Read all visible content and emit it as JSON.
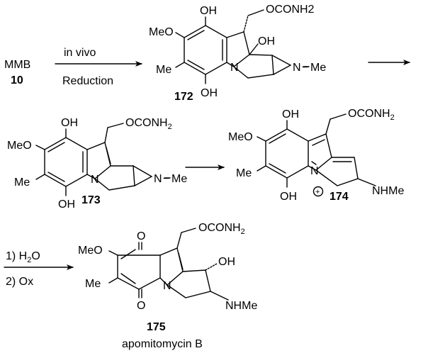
{
  "scheme": {
    "start": {
      "name": "MMB",
      "number": "10"
    },
    "step1": {
      "above": "in vivo",
      "below": "Reduction"
    },
    "c172": {
      "number": "172",
      "oh_top": "OH",
      "side_chain": "OCONH2",
      "meo": "MeO",
      "oh_bridge": "OH",
      "me_left": "Me",
      "n_ring": "N",
      "n_aziridine": "N",
      "dash": "−",
      "n_me": "Me",
      "oh_bottom": "OH"
    },
    "c173": {
      "number": "173",
      "oh_top": "OH",
      "side_chain_main": "OCONH",
      "side_chain_sub": "2",
      "meo": "MeO",
      "me_left": "Me",
      "n_ring": "N",
      "n_aziridine": "N",
      "dash": "−",
      "n_me": "Me",
      "oh_bottom": "OH"
    },
    "c174": {
      "number": "174",
      "oh_top": "OH",
      "side_chain_main": "OCONH",
      "side_chain_sub": "2",
      "meo": "MeO",
      "me_left": "Me",
      "n_ring": "N",
      "plus": "+",
      "oh_bottom": "OH",
      "nh_me": "NHMe"
    },
    "step3": {
      "line1_prefix": "1) H",
      "line1_sub": "2",
      "line1_suffix": "O",
      "line2": "2) Ox"
    },
    "c175": {
      "number": "175",
      "name": "apomitomycin B",
      "o_top": "O",
      "side_chain_main": "OCONH",
      "side_chain_sub": "2",
      "meo": "MeO",
      "me_left": "Me",
      "n_ring": "N",
      "oh_right": "OH",
      "o_bottom": "O",
      "nh_me": "NHMe"
    }
  }
}
